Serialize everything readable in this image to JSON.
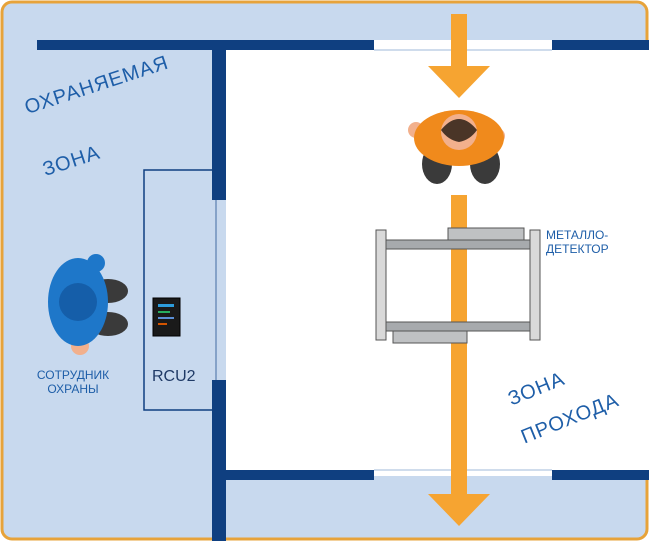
{
  "diagram": {
    "guarded_zone_label": [
      "ОХРАНЯЕМАЯ",
      "ЗОНА"
    ],
    "passage_zone_label": [
      "ЗОНА",
      "ПРОХОДА"
    ],
    "guard_label": [
      "СОТРУДНИК",
      "ОХРАНЫ"
    ],
    "control_unit_label": "RCU2",
    "detector_label": [
      "МЕТАЛЛО-",
      "ДЕТЕКТОР"
    ]
  },
  "colors": {
    "zone_background": "#c8d9ee",
    "walls": "#0f3f80",
    "arrow": "#f6a431",
    "guard_body": "#1e77c9",
    "visitor_body": "#f08a1c",
    "detector_frame": "#a7aaad"
  },
  "icons": [
    "person-guard-icon",
    "person-visitor-icon",
    "metal-detector-icon",
    "control-unit-icon",
    "arrow-down-icon"
  ]
}
